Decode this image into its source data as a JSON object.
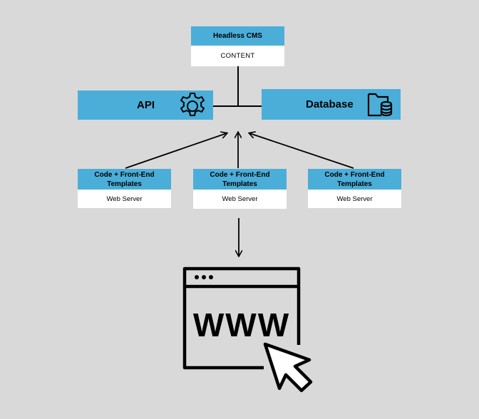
{
  "cms": {
    "title": "Headless CMS",
    "content": "CONTENT"
  },
  "api": {
    "label": "API",
    "icon": "gear-icon"
  },
  "database": {
    "label": "Database",
    "icon": "database-folder-icon"
  },
  "servers": [
    {
      "title": "Code + Front-End Templates",
      "subtitle": "Web Server"
    },
    {
      "title": "Code + Front-End Templates",
      "subtitle": "Web Server"
    },
    {
      "title": "Code + Front-End Templates",
      "subtitle": "Web Server"
    }
  ],
  "browser": {
    "text": "WWW",
    "icon": "browser-window-icon",
    "cursor_icon": "cursor-arrow-icon"
  },
  "colors": {
    "background": "#d9d9d9",
    "accent": "#4baed9",
    "box": "#ffffff",
    "stroke": "#000000"
  }
}
